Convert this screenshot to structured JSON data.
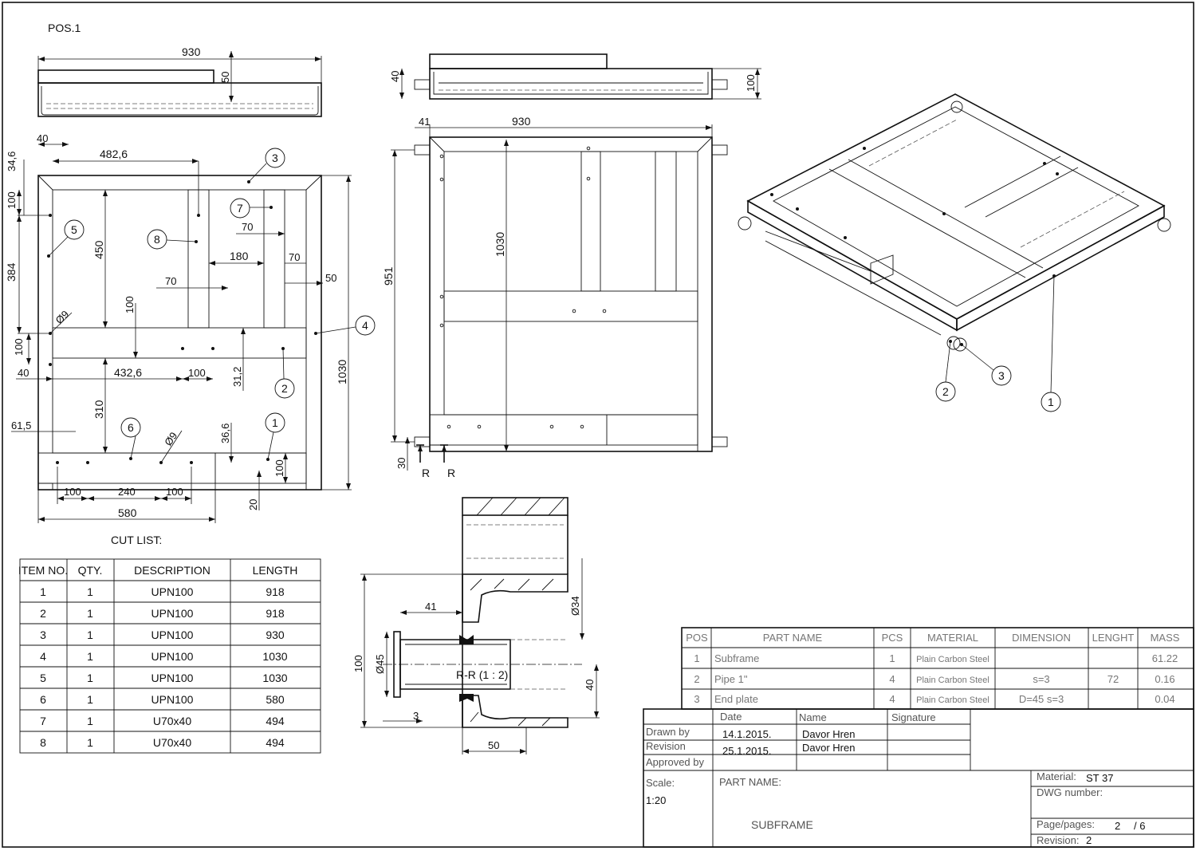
{
  "pos_title": "POS.1",
  "top_view": {
    "width": "930",
    "height": "50"
  },
  "front_view": {
    "d40": "40",
    "d482_6": "482,6",
    "d34_6": "34,6",
    "d100a": "100",
    "d384": "384",
    "d450": "450",
    "d70a": "70",
    "d180": "180",
    "d70b": "70",
    "d70c": "70",
    "d50": "50",
    "d100b": "100",
    "d9a": "Ø9",
    "d100c": "100",
    "d40b": "40",
    "d432_6": "432,6",
    "d100d": "100",
    "d31_2": "31,2",
    "d1030": "1030",
    "d310": "310",
    "d61_5": "61,5",
    "d36_6": "36,6",
    "d9b": "Ø9",
    "d100e": "100",
    "d20": "20",
    "d100f": "100",
    "d240": "240",
    "d100g": "100",
    "d580": "580"
  },
  "balloons": {
    "b1": "1",
    "b2": "2",
    "b3": "3",
    "b4": "4",
    "b5": "5",
    "b6": "6",
    "b7": "7",
    "b8": "8"
  },
  "side_view": {
    "d40": "40",
    "d100": "100",
    "d41": "41",
    "d930": "930",
    "d1030": "1030",
    "d951": "951",
    "d30": "30",
    "r1": "R",
    "r2": "R"
  },
  "iso_balloons": {
    "b1": "1",
    "b2": "2",
    "b3": "3"
  },
  "section_view": {
    "d41": "41",
    "d34": "Ø34",
    "d45": "Ø45",
    "d100": "100",
    "label": "R-R (1 : 2)",
    "d40": "40",
    "d3": "3",
    "d50": "50"
  },
  "cut_list": {
    "title": "CUT LIST:",
    "headers": [
      "ITEM NO.",
      "QTY.",
      "DESCRIPTION",
      "LENGTH"
    ],
    "rows": [
      [
        "1",
        "1",
        "UPN100",
        "918"
      ],
      [
        "2",
        "1",
        "UPN100",
        "918"
      ],
      [
        "3",
        "1",
        "UPN100",
        "930"
      ],
      [
        "4",
        "1",
        "UPN100",
        "1030"
      ],
      [
        "5",
        "1",
        "UPN100",
        "1030"
      ],
      [
        "6",
        "1",
        "UPN100",
        "580"
      ],
      [
        "7",
        "1",
        "U70x40",
        "494"
      ],
      [
        "8",
        "1",
        "U70x40",
        "494"
      ]
    ]
  },
  "parts_list": {
    "headers": [
      "POS",
      "PART NAME",
      "PCS",
      "MATERIAL",
      "DIMENSION",
      "LENGHT",
      "MASS"
    ],
    "rows": [
      [
        "1",
        "Subframe",
        "1",
        "Plain Carbon Steel",
        "",
        "",
        "61.22"
      ],
      [
        "2",
        "Pipe 1\"",
        "4",
        "Plain Carbon Steel",
        "s=3",
        "72",
        "0.16"
      ],
      [
        "3",
        "End plate",
        "4",
        "Plain Carbon Steel",
        "D=45 s=3",
        "",
        "0.04"
      ]
    ]
  },
  "title_block": {
    "date_hdr": "Date",
    "name_hdr": "Name",
    "sig_hdr": "Signature",
    "drawn_by": "Drawn by",
    "drawn_date": "14.1.2015.",
    "drawn_name": "Davor Hren",
    "revision": "Revision",
    "rev_date": "25.1.2015.",
    "rev_name": "Davor Hren",
    "approved_by": "Approved by",
    "scale_lbl": "Scale:",
    "scale_val": "1:20",
    "part_name_lbl": "PART NAME:",
    "part_name_val": "SUBFRAME",
    "material_lbl": "Material:",
    "material_val": "ST 37",
    "dwg_lbl": "DWG number:",
    "pages_lbl": "Page/pages:",
    "page_val": "2",
    "pages_val": "/ 6",
    "revision_lbl": "Revision:",
    "revision_val": "2"
  }
}
